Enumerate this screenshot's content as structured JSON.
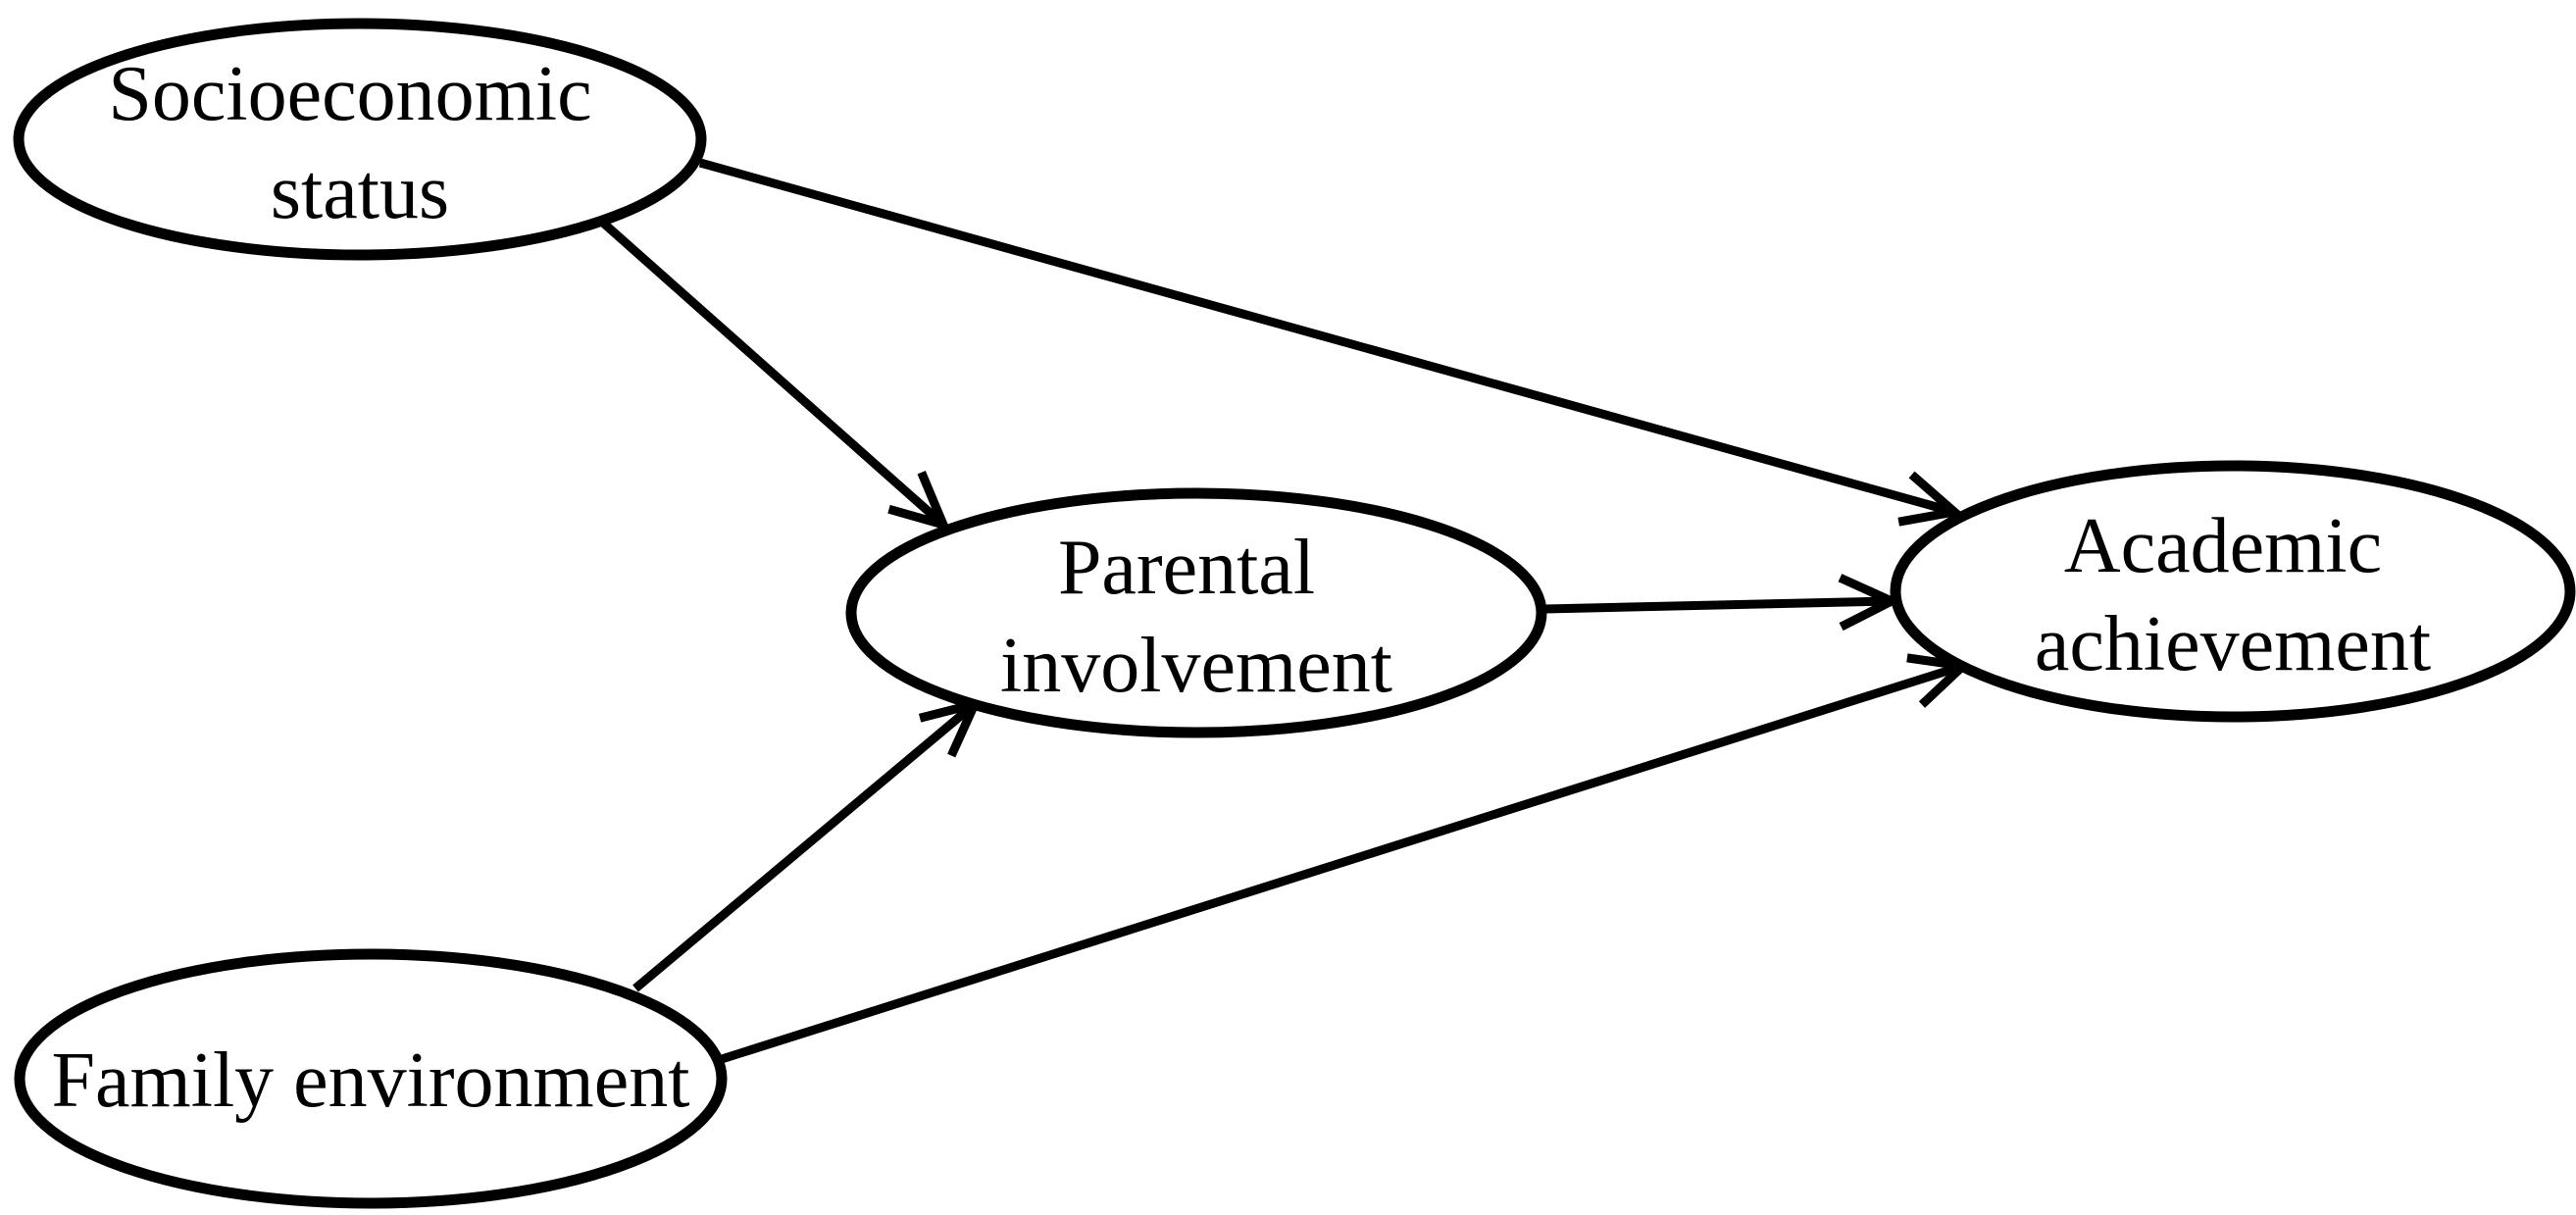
{
  "page": {
    "background_color": "#ffffff"
  },
  "diagram": {
    "type": "path-model-diagram",
    "stroke_color": "#000000",
    "text_color": "#000000",
    "node_fill_color": "#ffffff",
    "arrow_style": "open-v",
    "nodes": [
      {
        "id": "socioeconomic-status",
        "shape": "ellipse",
        "label": "Socioeconomic status",
        "line1": "Socioeconomic",
        "line2": "status"
      },
      {
        "id": "parental-involvement",
        "shape": "ellipse",
        "label": "Parental involvement",
        "line1": "Parental",
        "line2": "involvement"
      },
      {
        "id": "academic-achievement",
        "shape": "ellipse",
        "label": "Academic achievement",
        "line1": "Academic",
        "line2": "achievement"
      },
      {
        "id": "family-environment",
        "shape": "ellipse",
        "label": "Family environment",
        "line1": "Family environment"
      }
    ],
    "edges": [
      {
        "from": "Socioeconomic status",
        "to": "Parental involvement",
        "arrow": "open-v"
      },
      {
        "from": "Socioeconomic status",
        "to": "Academic achievement",
        "arrow": "open-v"
      },
      {
        "from": "Family environment",
        "to": "Parental involvement",
        "arrow": "open-v"
      },
      {
        "from": "Family environment",
        "to": "Academic achievement",
        "arrow": "open-v"
      },
      {
        "from": "Parental involvement",
        "to": "Academic achievement",
        "arrow": "open-v"
      }
    ]
  }
}
